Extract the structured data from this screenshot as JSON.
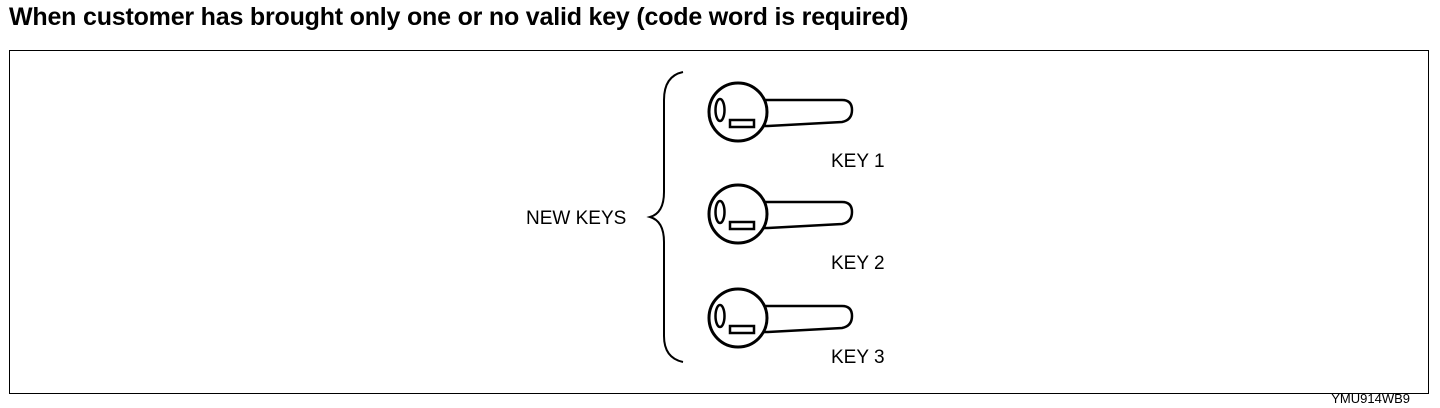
{
  "title": "When customer has brought only one or no valid key (code word is required)",
  "diagram": {
    "group_label": "NEW KEYS",
    "keys": [
      {
        "label": "KEY 1",
        "icon": "key-icon"
      },
      {
        "label": "KEY 2",
        "icon": "key-icon"
      },
      {
        "label": "KEY 3",
        "icon": "key-icon"
      }
    ]
  },
  "figure_code": "YMU914WB9"
}
